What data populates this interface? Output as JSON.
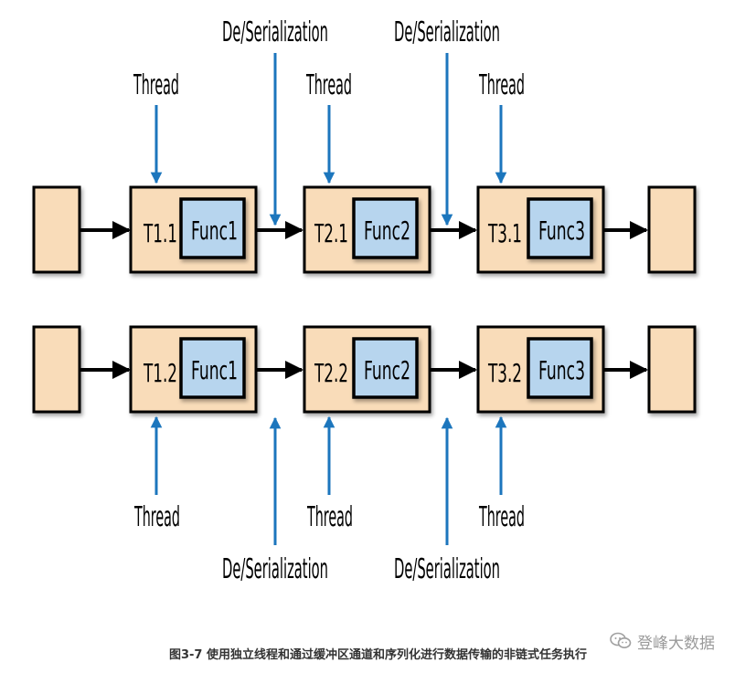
{
  "rows": [
    {
      "tasks": [
        {
          "task": "T1.1",
          "func": "Func1"
        },
        {
          "task": "T2.1",
          "func": "Func2"
        },
        {
          "task": "T3.1",
          "func": "Func3"
        }
      ],
      "thread_label": "Thread",
      "serialization_label": "De/Serialization"
    },
    {
      "tasks": [
        {
          "task": "T1.2",
          "func": "Func1"
        },
        {
          "task": "T2.2",
          "func": "Func2"
        },
        {
          "task": "T3.2",
          "func": "Func3"
        }
      ],
      "thread_label": "Thread",
      "serialization_label": "De/Serialization"
    }
  ],
  "caption": "图3-7 使用独立线程和通过缓冲区通道和序列化进行数据传输的非链式任务执行",
  "watermark": {
    "text": "登峰大数据",
    "icon": "wechat-icon"
  },
  "colors": {
    "task_fill": "#f9dcb9",
    "func_fill": "#b7d5ee",
    "arrow_blue": "#1c76bd",
    "stroke": "#000000"
  }
}
